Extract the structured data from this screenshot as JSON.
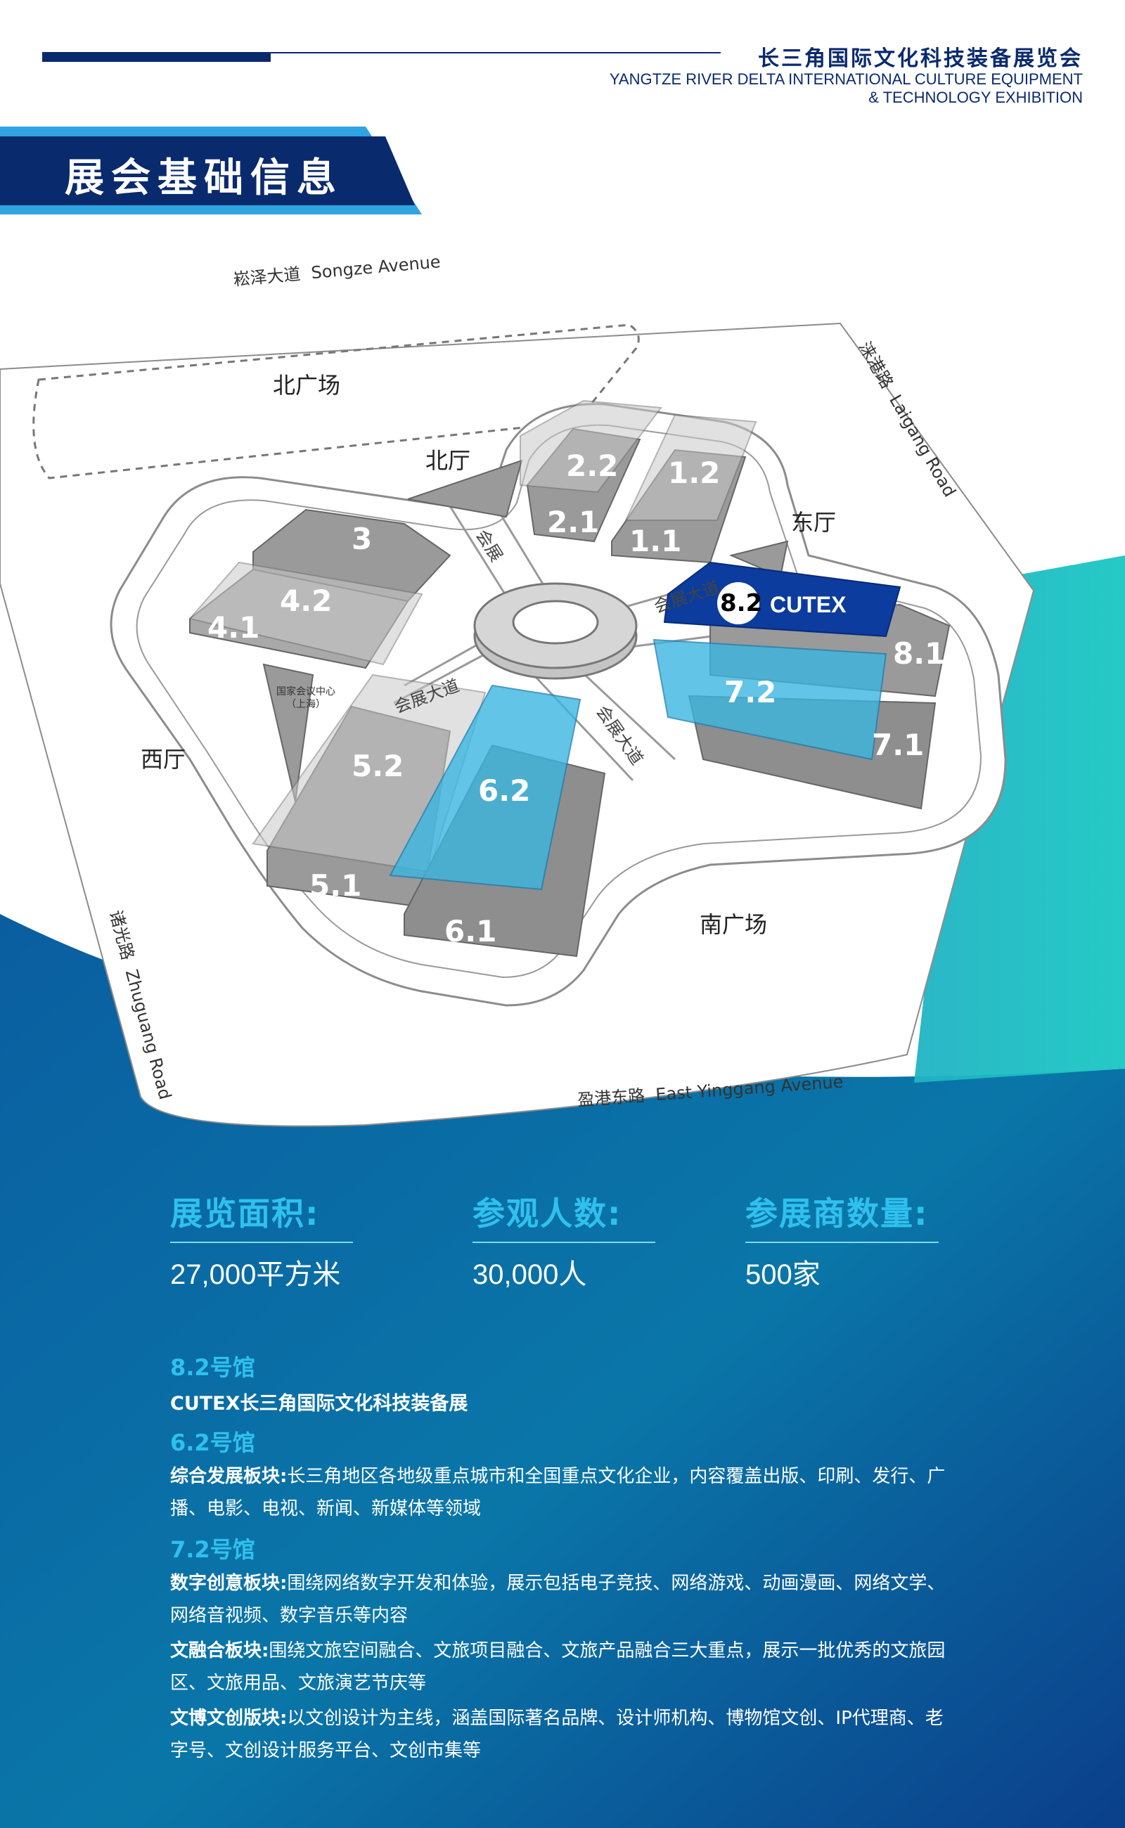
{
  "header": {
    "title_cn": "长三角国际文化科技装备展览会",
    "title_en_line1": "YANGTZE RIVER DELTA INTERNATIONAL CULTURE EQUIPMENT",
    "title_en_line2": "& TECHNOLOGY EXHIBITION"
  },
  "banner": {
    "title": "展会基础信息"
  },
  "colors": {
    "navy": "#0a2a6e",
    "cyan": "#2fc1ee",
    "highlight_blue": "#0b3c9e",
    "teal": "#1ebdbd",
    "hall_gray": "#9a9a9a"
  },
  "map": {
    "roads": {
      "north": "崧泽大道  Songze Avenue",
      "east": "涞港路  Laigang Road",
      "west": "诸光路  Zhuguang Road",
      "south": "盈港东路  East Yinggang Avenue"
    },
    "areas": {
      "north_plaza": "北广场",
      "south_plaza": "南广场",
      "north_hall": "北厅",
      "east_hall": "东厅",
      "west_hall": "西厅",
      "ncc": "国家会议中心\n（上海）"
    },
    "avenue_label": "会展大道",
    "avenue_short": "会展",
    "halls": [
      "1.1",
      "1.2",
      "2.1",
      "2.2",
      "3",
      "4.1",
      "4.2",
      "5.1",
      "5.2",
      "6.1",
      "6.2",
      "7.1",
      "7.2",
      "8.1",
      "8.2"
    ],
    "highlight_hall": "8.2",
    "highlight_label": "CUTEX"
  },
  "stats": [
    {
      "label": "展览面积:",
      "value": "27,000平方米"
    },
    {
      "label": "参观人数:",
      "value": "30,000人"
    },
    {
      "label": "参展商数量:",
      "value": "500家"
    }
  ],
  "halls_info": {
    "h82": {
      "title": "8.2号馆",
      "text": "CUTEX长三角国际文化科技装备展"
    },
    "h62": {
      "title": "6.2号馆",
      "b1_label": "综合发展板块:",
      "b1_text": "长三角地区各地级重点城市和全国重点文化企业，内容覆盖出版、印刷、发行、广播、电影、电视、新闻、新媒体等领域"
    },
    "h72": {
      "title": "7.2号馆",
      "b1_label": "数字创意板块:",
      "b1_text": "围绕网络数字开发和体验，展示包括电子竞技、网络游戏、动画漫画、网络文学、网络音视频、数字音乐等内容",
      "b2_label": "文融合板块:",
      "b2_text": "围绕文旅空间融合、文旅项目融合、文旅产品融合三大重点，展示一批优秀的文旅园区、文旅用品、文旅演艺节庆等",
      "b3_label": "文博文创版块:",
      "b3_text": "以文创设计为主线，涵盖国际著名品牌、设计师机构、博物馆文创、IP代理商、老字号、文创设计服务平台、文创市集等"
    }
  }
}
